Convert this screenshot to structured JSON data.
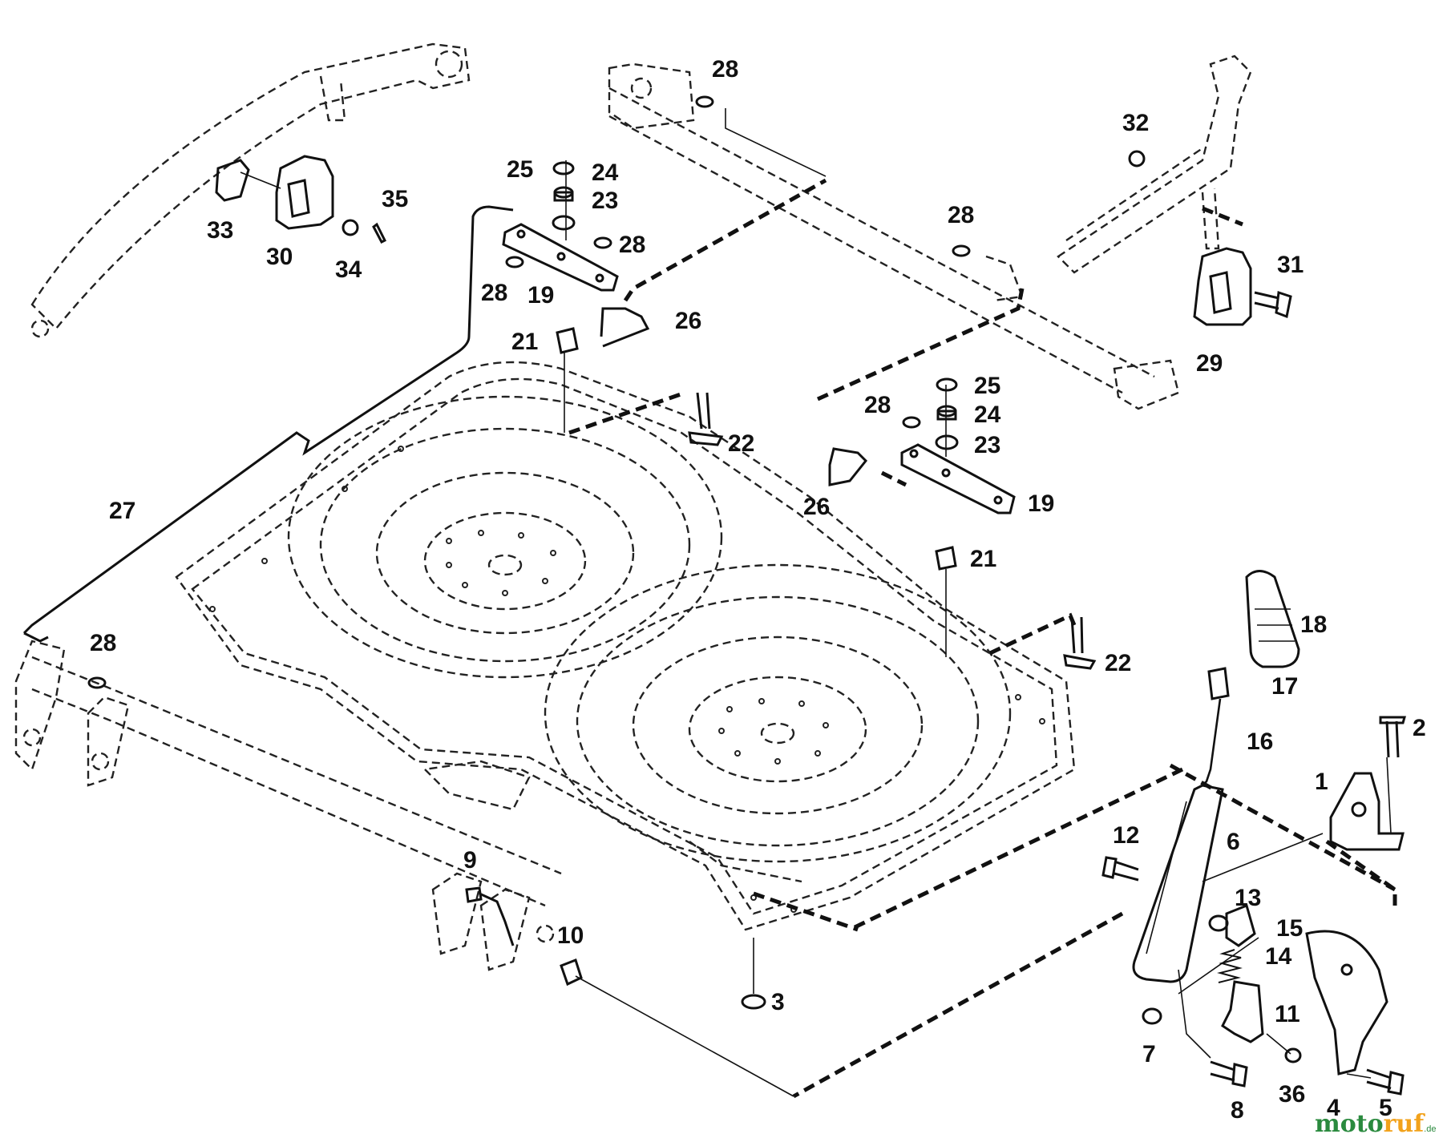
{
  "labels": {
    "l1": "1",
    "l2": "2",
    "l3": "3",
    "l4": "4",
    "l5": "5",
    "l6": "6",
    "l7": "7",
    "l8": "8",
    "l9": "9",
    "l10": "10",
    "l11": "11",
    "l12": "12",
    "l13": "13",
    "l14": "14",
    "l15": "15",
    "l16": "16",
    "l17": "17",
    "l18": "18",
    "l19a": "19",
    "l19b": "19",
    "l21a": "21",
    "l21b": "21",
    "l22a": "22",
    "l22b": "22",
    "l23a": "23",
    "l23b": "23",
    "l24a": "24",
    "l24b": "24",
    "l25a": "25",
    "l25b": "25",
    "l26a": "26",
    "l26b": "26",
    "l27": "27",
    "l28a": "28",
    "l28b": "28",
    "l28c": "28",
    "l28d": "28",
    "l28e": "28",
    "l28f": "28",
    "l29": "29",
    "l30": "30",
    "l31": "31",
    "l32": "32",
    "l33": "33",
    "l34": "34",
    "l35": "35",
    "l36": "36"
  },
  "watermark": {
    "part1": "moto",
    "part2": "ruf",
    "suffix": ".de"
  }
}
